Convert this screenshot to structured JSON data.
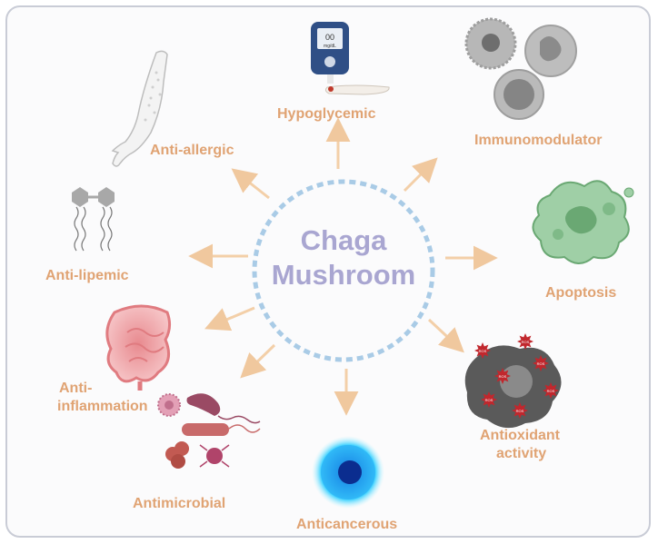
{
  "center": {
    "line1": "Chaga",
    "line2": "Mushroom"
  },
  "effects": {
    "hypoglycemic": "Hypoglycemic",
    "immunomodulator": "Immunomodulator",
    "apoptosis": "Apoptosis",
    "antioxidant_line1": "Antioxidant",
    "antioxidant_line2": "activity",
    "anticancerous": "Anticancerous",
    "antimicrobial": "Antimicrobial",
    "antiinflammation_line1": "Anti-",
    "antiinflammation_line2": "inflammation",
    "antilipemic": "Anti-lipemic",
    "antiallergic": "Anti-allergic"
  },
  "glucometer": {
    "reading": "00",
    "unit": "mg/dL"
  },
  "ros_label": "ROS",
  "colors": {
    "label": "#e0a373",
    "arrow": "#f3cfa8",
    "center_text": "#a9a6d1",
    "circle_dash": "#a9cbe6",
    "border": "#c9ccd6"
  }
}
